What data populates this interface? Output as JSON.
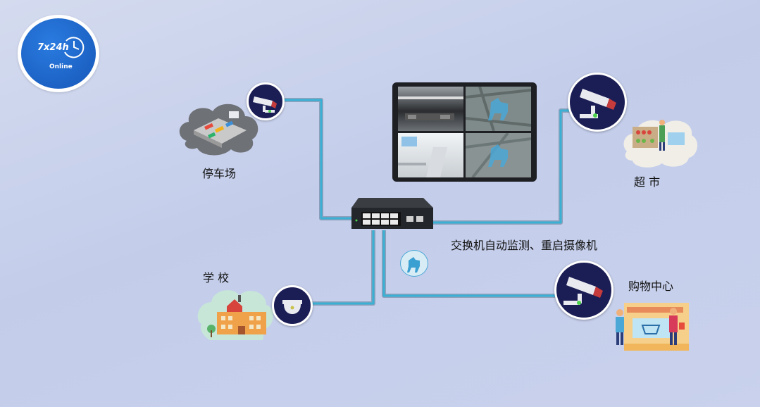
{
  "badge": {
    "title": "7x24h",
    "subtitle": "Online"
  },
  "nodes": {
    "parking": {
      "label": "停车场"
    },
    "school": {
      "label": "学 校"
    },
    "supermarket": {
      "label": "超 市"
    },
    "mall": {
      "label": "购物中心"
    }
  },
  "switch_caption": "交换机自动监测、重启摄像机",
  "colors": {
    "line": "#3ab0d4",
    "line_shadow": "#2a4a63",
    "camera_bg": "#1b1d55",
    "badge_blue": "#1f6ad0"
  },
  "icons": [
    "clock-icon",
    "camera-icon",
    "dome-camera-icon",
    "dog-icon",
    "network-switch-icon",
    "monitor-icon",
    "parking-lot-icon",
    "school-icon",
    "supermarket-icon",
    "mall-icon"
  ]
}
